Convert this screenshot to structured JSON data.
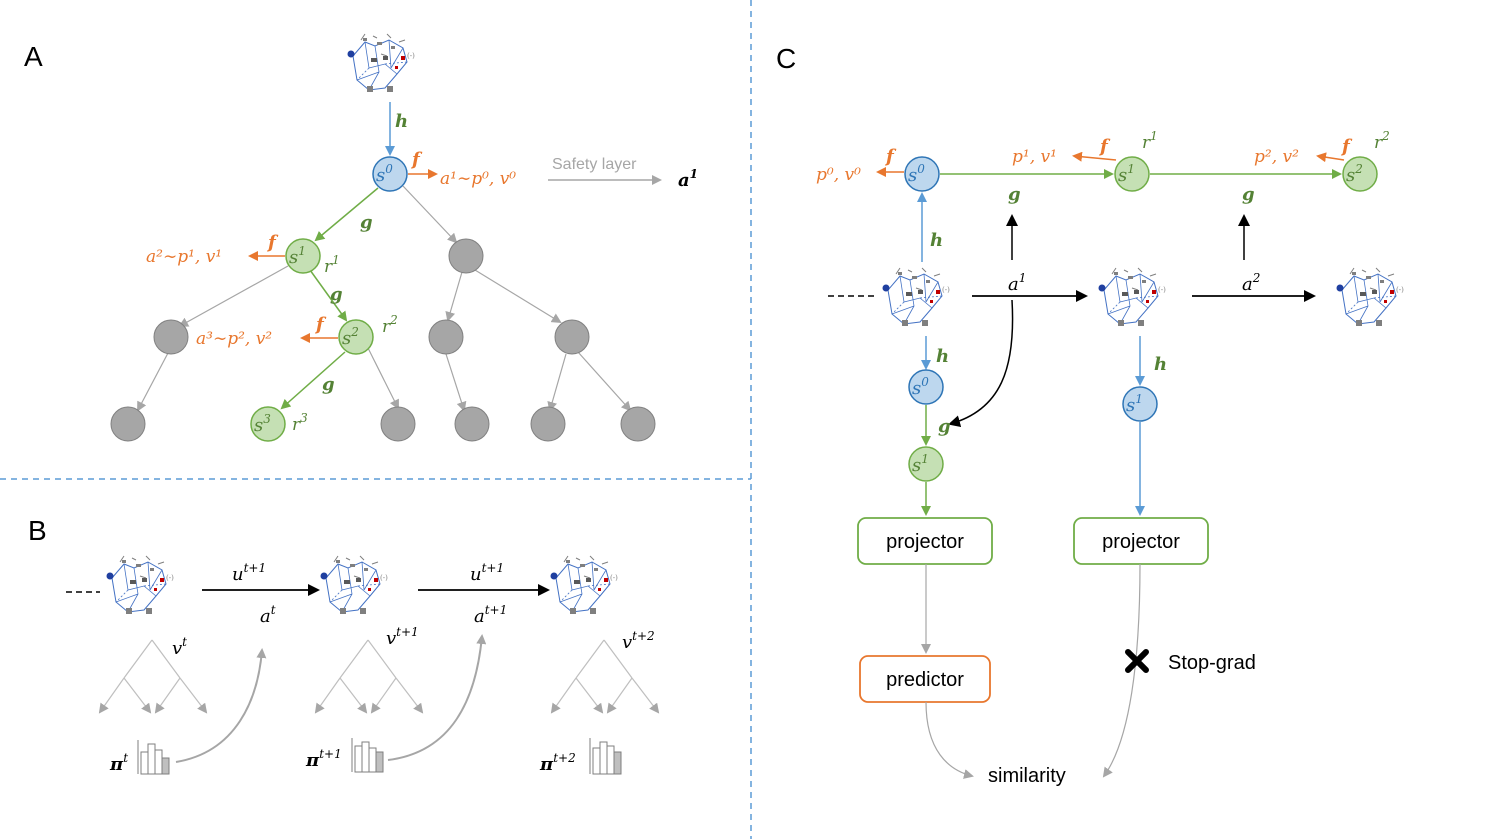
{
  "panels": {
    "A": "A",
    "B": "B",
    "C": "C"
  },
  "colors": {
    "orange": "#e8772e",
    "green_stroke": "#70ad47",
    "green_fill": "#c5e0b4",
    "green_text": "#548235",
    "blue_stroke": "#2e75b6",
    "blue_fill": "#bdd7ee",
    "grey_node": "#a6a6a6",
    "grey_line": "#a6a6a6",
    "divider": "#5b9bd5"
  },
  "panel_a": {
    "h": "h",
    "f": "f",
    "g": "g",
    "s0_base": "s",
    "s0_sup": "0",
    "s1_base": "s",
    "s1_sup": "1",
    "s2_base": "s",
    "s2_sup": "2",
    "s3_base": "s",
    "s3_sup": "3",
    "r1_base": "r",
    "r1_sup": "1",
    "r2_base": "r",
    "r2_sup": "2",
    "r3_base": "r",
    "r3_sup": "3",
    "a1_expr": "a¹∼p⁰, v⁰",
    "a2_expr": "a²∼p¹, v¹",
    "a3_expr": "a³∼p², v²",
    "safety_layer": "Safety layer",
    "a1_out_base": "a",
    "a1_out_sup": "1"
  },
  "panel_b": {
    "u1_base": "u",
    "u1_sup": "t+1",
    "u2_base": "u",
    "u2_sup": "t+1",
    "at_base": "a",
    "at_sup": "t",
    "at1_base": "a",
    "at1_sup": "t+1",
    "vt_base": "v",
    "vt_sup": "t",
    "vt1_base": "v",
    "vt1_sup": "t+1",
    "vt2_base": "v",
    "vt2_sup": "t+2",
    "pit_base": "π",
    "pit_sup": "t",
    "pit1_base": "π",
    "pit1_sup": "t+1",
    "pit2_base": "π",
    "pit2_sup": "t+2"
  },
  "panel_c": {
    "p0v0": "p⁰, v⁰",
    "p1v1": "p¹, v¹",
    "p2v2": "p², v²",
    "f": "f",
    "g": "g",
    "h": "h",
    "r1_base": "r",
    "r1_sup": "1",
    "r2_base": "r",
    "r2_sup": "2",
    "a1_base": "a",
    "a1_sup": "1",
    "a2_base": "a",
    "a2_sup": "2",
    "s_base": "s",
    "sup0": "0",
    "sup1": "1",
    "sup2": "2",
    "projector_left": "projector",
    "projector_right": "projector",
    "predictor": "predictor",
    "stop_grad": "Stop-grad",
    "similarity": "similarity"
  }
}
